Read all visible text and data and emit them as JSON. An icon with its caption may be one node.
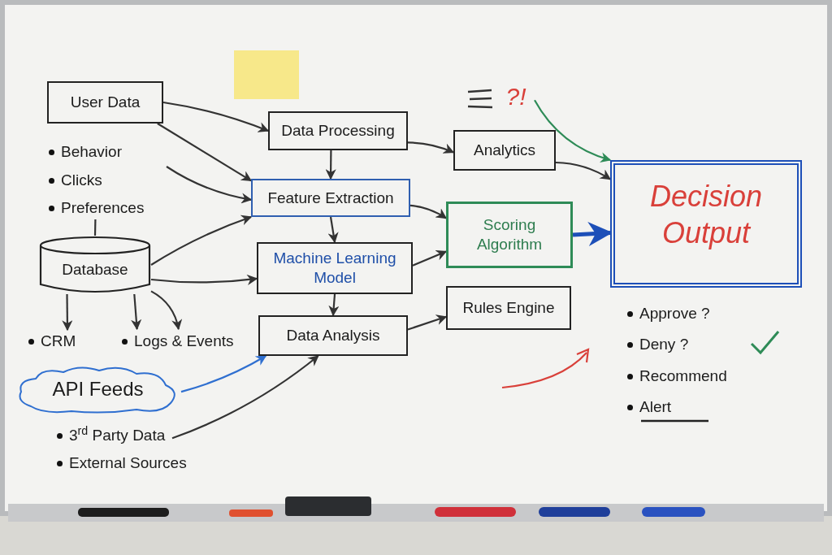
{
  "diagram": {
    "nodes": [
      {
        "text": [
          "User Data"
        ]
      },
      {
        "text": [
          "Data Processing"
        ]
      },
      {
        "text": [
          "Feature Extraction"
        ]
      },
      {
        "text": [
          "Machine Learning Model"
        ]
      },
      {
        "text": [
          "Data Analysis"
        ]
      },
      {
        "text": [
          "?!"
        ]
      },
      {
        "text": [
          "Analytics"
        ]
      },
      {
        "text": [
          "Scoring Algorithm"
        ]
      },
      {
        "text": [
          "Rules Engine"
        ]
      },
      {
        "text": [
          "Decision Output"
        ]
      },
      {
        "text": [
          "Preferences"
        ]
      },
      {
        "text": [
          "Database"
        ]
      },
      {
        "text": [
          "CRM"
        ]
      },
      {
        "text": [
          "Logs & Events"
        ]
      },
      {
        "text": [
          "API Feeds"
        ]
      },
      {
        "text": [
          "3$^{rd}$ Party Data"
        ]
      }
    ],
    "edges": [
      {
        "from": 0,
        "to": 1,
        "arrow": "to"
      },
      {
        "from": 0,
        "to": 2,
        "arrow": "to"
      },
      {
        "from": null,
        "to": 2,
        "arrow": "to"
      },
      {
        "from": 10,
        "to": 11,
        "arrow": "none"
      },
      {
        "from": 11,
        "to": 2,
        "arrow": "to"
      },
      {
        "from": 11,
        "to": 3,
        "arrow": "to"
      },
      {
        "from": 11,
        "to": 12,
        "arrow": "to"
      },
      {
        "from": 11,
        "to": 13,
        "arrow": "to"
      },
      {
        "from": 11,
        "to": 13,
        "arrow": "to"
      },
      {
        "from": 1,
        "to": 2,
        "arrow": "to"
      },
      {
        "from": 2,
        "to": 3,
        "arrow": "to"
      },
      {
        "from": 3,
        "to": 4,
        "arrow": "to"
      },
      {
        "from": 1,
        "to": 6,
        "arrow": "to"
      },
      {
        "from": 2,
        "to": 7,
        "arrow": "to"
      },
      {
        "from": 3,
        "to": 7,
        "arrow": "to"
      },
      {
        "from": 4,
        "to": 8,
        "arrow": "to"
      },
      {
        "from": 6,
        "to": 9,
        "arrow": "to"
      },
      {
        "from": 7,
        "to": 9,
        "arrow": "to",
        "style": "thick",
        "color": "#1d4fb8"
      },
      {
        "from": 5,
        "to": 9,
        "arrow": "to",
        "color": "#2e8b57"
      },
      {
        "from": 14,
        "to": 4,
        "arrow": "to",
        "color": "#2f6fd0"
      },
      {
        "from": 15,
        "to": 4,
        "arrow": "to"
      }
    ],
    "labels": [
      "Behavior",
      "Clicks",
      "External Sources",
      "Approve ?",
      "Deny ?",
      "Recommend",
      "Alert"
    ]
  }
}
